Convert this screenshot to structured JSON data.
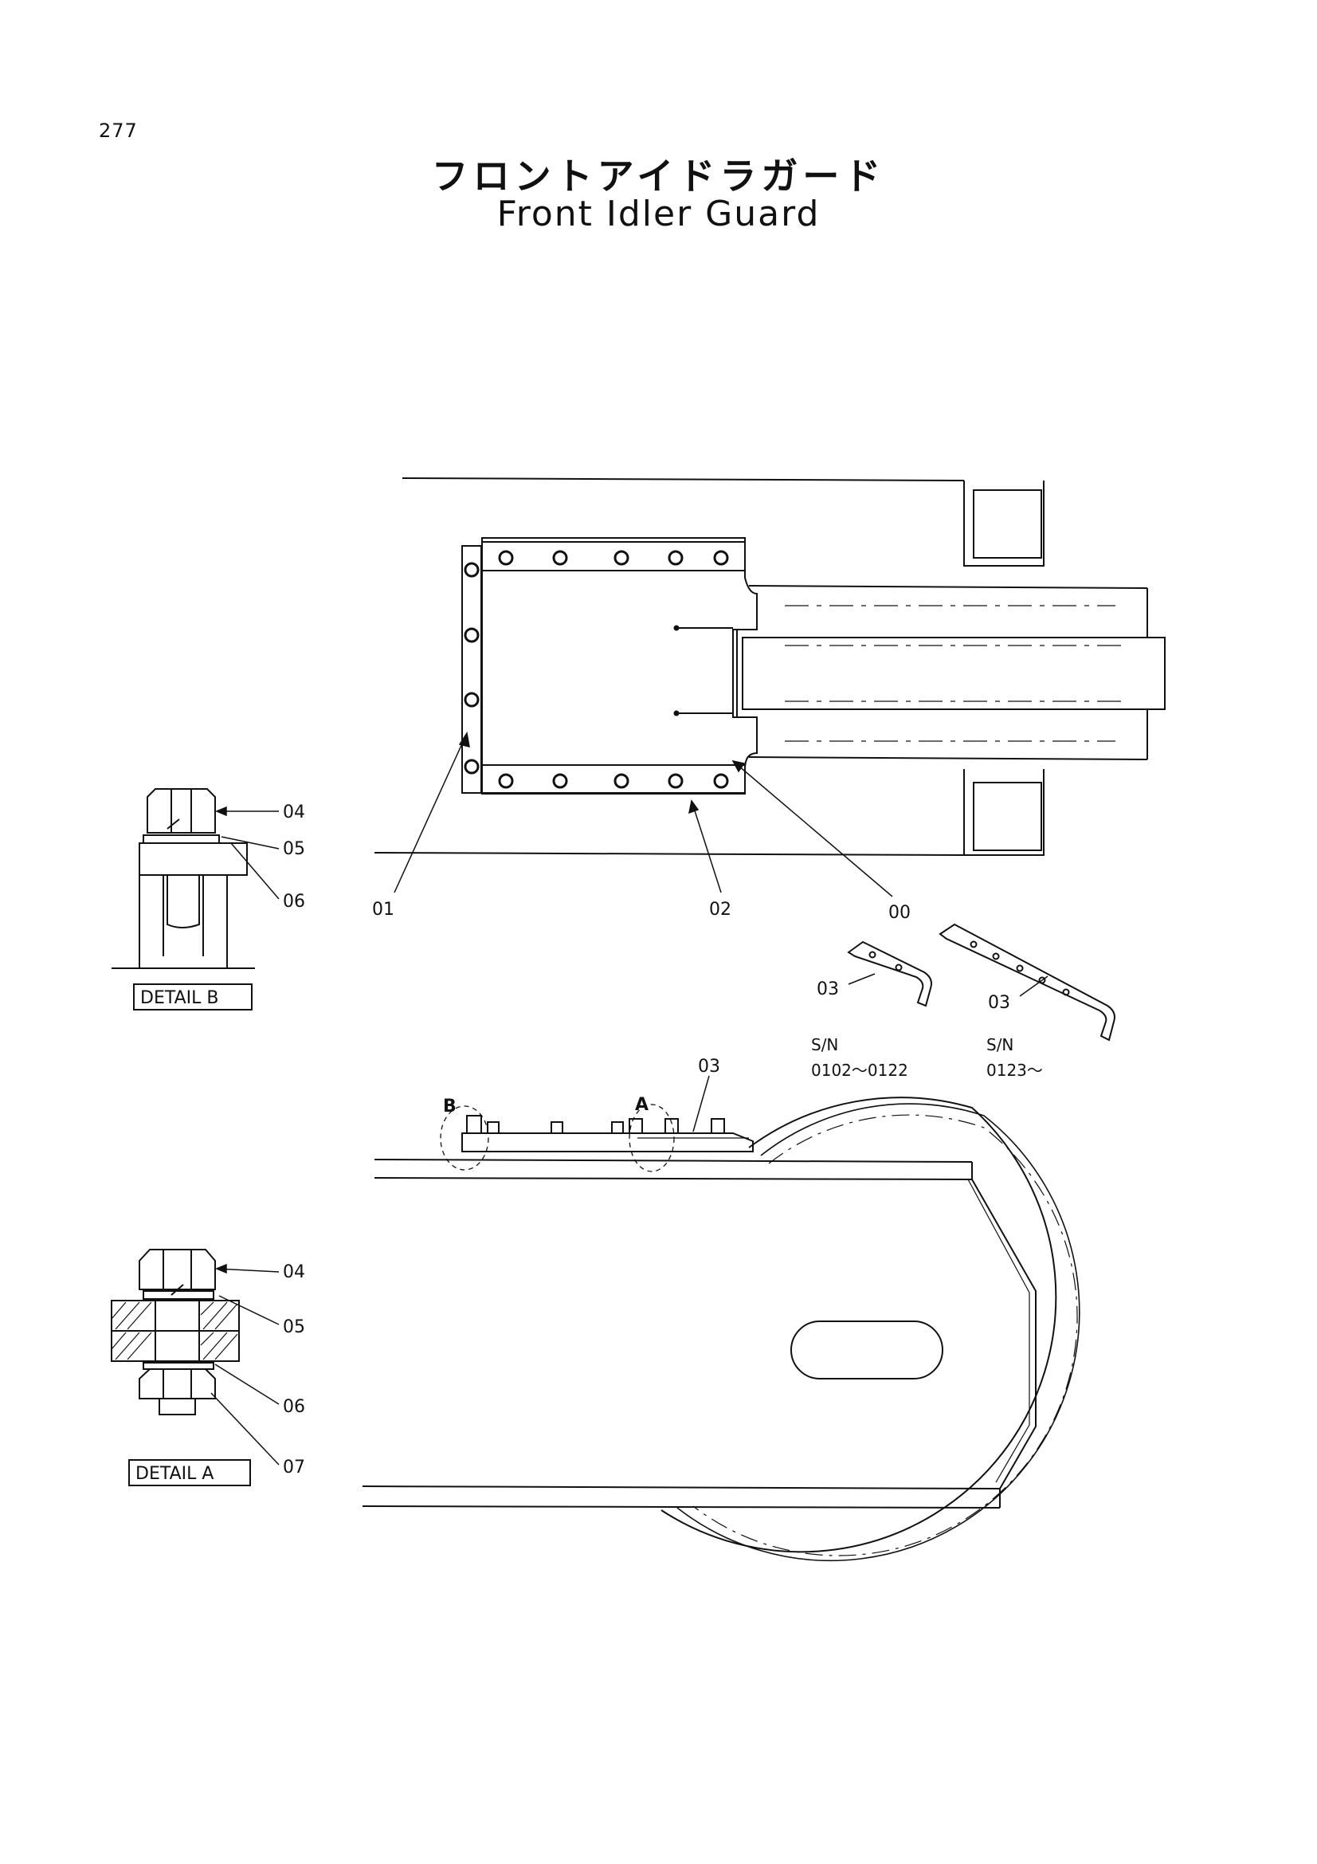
{
  "page": {
    "number": "277"
  },
  "title": {
    "japanese": "フロントアイドラガード",
    "english": "Front Idler Guard"
  },
  "callouts": {
    "c00": "00",
    "c01": "01",
    "c02": "02",
    "c03_small": "03",
    "c03_long": "03",
    "c03_side": "03",
    "detail_b": {
      "c04": "04",
      "c05": "05",
      "c06": "06"
    },
    "detail_a": {
      "c04": "04",
      "c05": "05",
      "c06": "06",
      "c07": "07"
    }
  },
  "details": {
    "detail_b": "DETAIL  B",
    "detail_a": "DETAIL  A",
    "marker_a": "A",
    "marker_b": "B"
  },
  "serial_ranges": [
    {
      "label": "S/N",
      "range": "0102～0122"
    },
    {
      "label": "S/N",
      "range": "0123～"
    }
  ]
}
